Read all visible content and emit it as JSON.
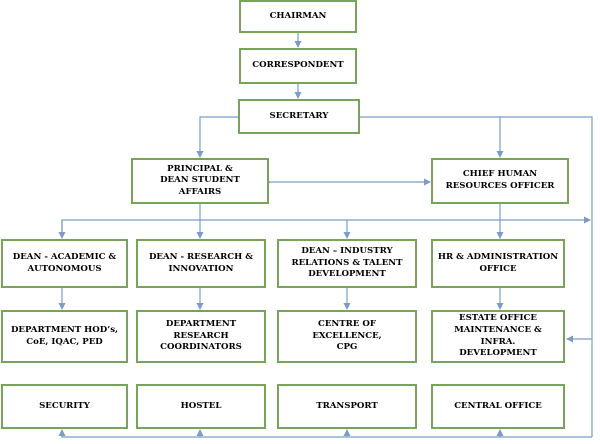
{
  "colors": {
    "box_border": "#77a35a",
    "connector": "#7a9cc6",
    "text": "#000000"
  },
  "chart": {
    "chairman": "CHAIRMAN",
    "correspondent": "CORRESPONDENT",
    "secretary": "SECRETARY",
    "principal": "PRINCIPAL &\nDEAN STUDENT\nAFFAIRS",
    "chro": "CHIEF HUMAN\nRESOURCES OFFICER",
    "dean_academic": "DEAN - ACADEMIC &\nAUTONOMOUS",
    "dean_research": "DEAN - RESEARCH &\nINNOVATION",
    "dean_industry": "DEAN – INDUSTRY\nRELATIONS & TALENT\nDEVELOPMENT",
    "hr_admin": "HR & ADMINISTRATION\nOFFICE",
    "dept_hods": "DEPARTMENT HOD’s,\nCoE, IQAC, PED",
    "dept_research": "DEPARTMENT\nRESEARCH\nCOORDINATORS",
    "centre_excellence": "CENTRE OF EXCELLENCE,\nCPG",
    "estate_office": "ESTATE OFFICE\nMAINTENANCE & INFRA.\nDEVELOPMENT",
    "security": "SECURITY",
    "hostel": "HOSTEL",
    "transport": "TRANSPORT",
    "central_office": "CENTRAL OFFICE"
  }
}
